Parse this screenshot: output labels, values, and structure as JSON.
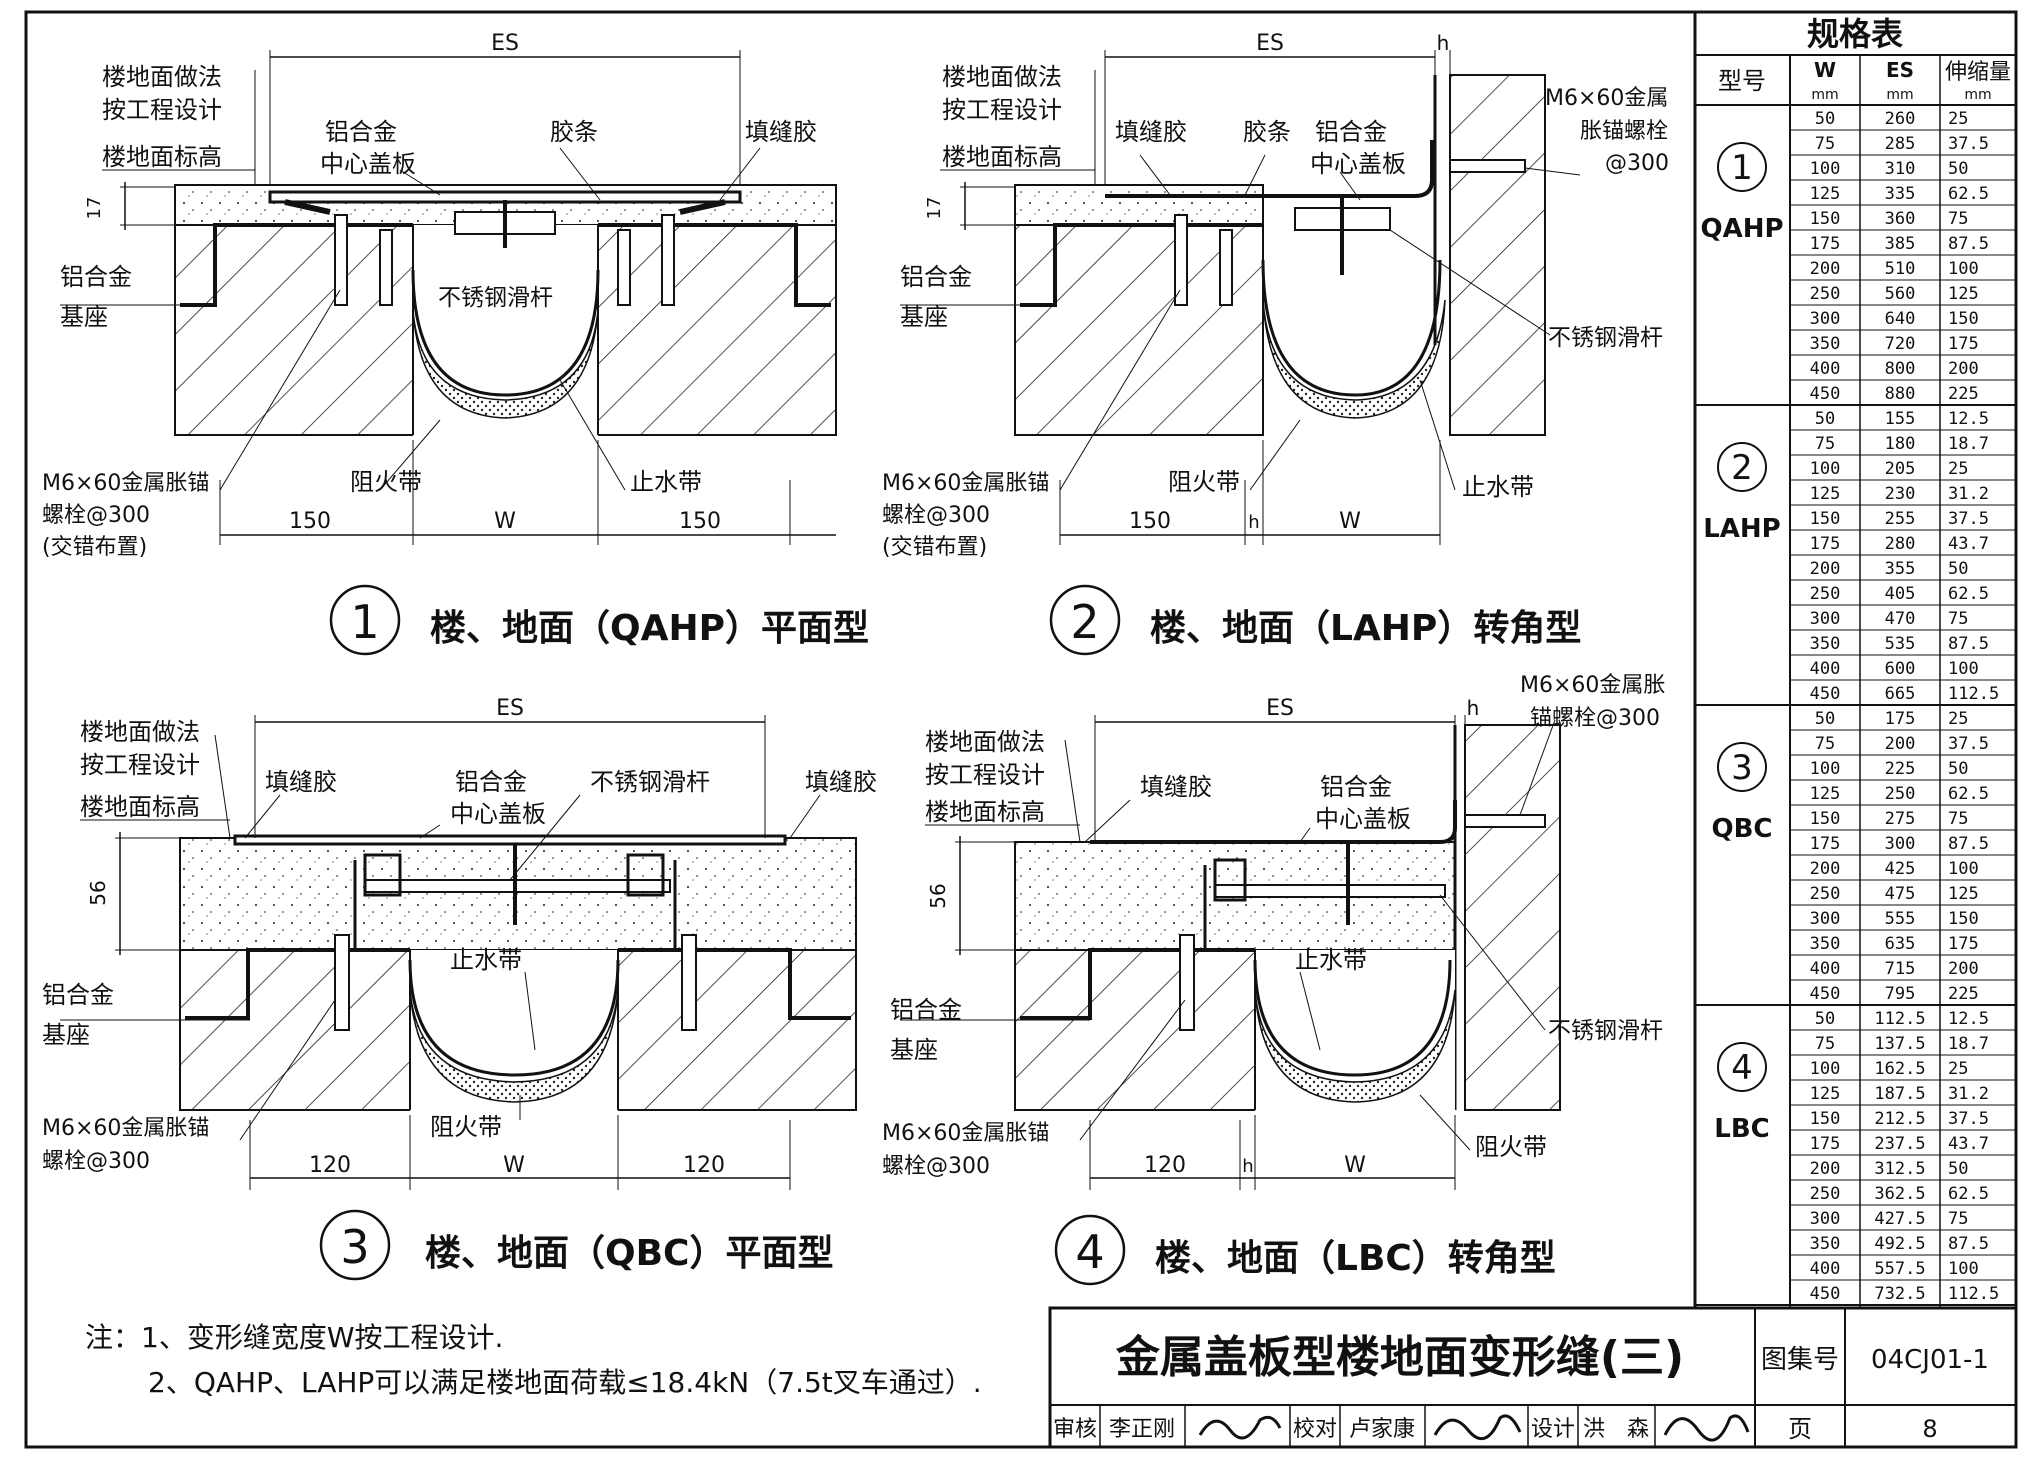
{
  "labels": {
    "d1": {
      "es": "ES",
      "floor_method_1": "楼地面做法",
      "floor_method_2": "按工程设计",
      "floor_level": "楼地面标高",
      "cover_1": "铝合金",
      "cover_2": "中心盖板",
      "strip": "胶条",
      "sealant": "填缝胶",
      "dim_17": "17",
      "base_1": "铝合金",
      "base_2": "基座",
      "rod": "不锈钢滑杆",
      "anchor_1": "M6×60金属胀锚",
      "anchor_2": "螺栓@300",
      "anchor_3": "(交错布置)",
      "fire": "阻火带",
      "water": "止水带",
      "dim_left": "150",
      "dim_w": "W",
      "dim_right": "150",
      "caption_num": "1",
      "caption": "楼、地面（QAHP）平面型"
    },
    "d2": {
      "es": "ES",
      "h": "h",
      "floor_method_1": "楼地面做法",
      "floor_method_2": "按工程设计",
      "floor_level": "楼地面标高",
      "sealant": "填缝胶",
      "strip": "胶条",
      "cover_1": "铝合金",
      "cover_2": "中心盖板",
      "wall_anchor_1": "M6×60金属",
      "wall_anchor_2": "胀锚螺栓",
      "wall_anchor_3": "@300",
      "dim_17": "17",
      "base_1": "铝合金",
      "base_2": "基座",
      "rod": "不锈钢滑杆",
      "anchor_1": "M6×60金属胀锚",
      "anchor_2": "螺栓@300",
      "anchor_3": "(交错布置)",
      "fire": "阻火带",
      "water": "止水带",
      "dim_left": "150",
      "dim_h": "h",
      "dim_w": "W",
      "caption_num": "2",
      "caption": "楼、地面（LAHP）转角型"
    },
    "d3": {
      "es": "ES",
      "floor_method_1": "楼地面做法",
      "floor_method_2": "按工程设计",
      "floor_level": "楼地面标高",
      "sealant_l": "填缝胶",
      "cover_1": "铝合金",
      "cover_2": "中心盖板",
      "rod": "不锈钢滑杆",
      "sealant_r": "填缝胶",
      "dim_56": "56",
      "water": "止水带",
      "base_1": "铝合金",
      "base_2": "基座",
      "anchor_1": "M6×60金属胀锚",
      "anchor_2": "螺栓@300",
      "fire": "阻火带",
      "dim_left": "120",
      "dim_w": "W",
      "dim_right": "120",
      "caption_num": "3",
      "caption": "楼、地面（QBC）平面型"
    },
    "d4": {
      "es": "ES",
      "h": "h",
      "wall_anchor_1": "M6×60金属胀",
      "wall_anchor_2": "锚螺栓@300",
      "floor_method_1": "楼地面做法",
      "floor_method_2": "按工程设计",
      "floor_level": "楼地面标高",
      "sealant": "填缝胶",
      "cover_1": "铝合金",
      "cover_2": "中心盖板",
      "dim_56": "56",
      "water": "止水带",
      "base_1": "铝合金",
      "base_2": "基座",
      "rod": "不锈钢滑杆",
      "anchor_1": "M6×60金属胀锚",
      "anchor_2": "螺栓@300",
      "fire": "阻火带",
      "dim_left": "120",
      "dim_h": "h",
      "dim_w": "W",
      "caption_num": "4",
      "caption": "楼、地面（LBC）转角型"
    }
  },
  "notes": {
    "n1": "注：1、变形缝宽度W按工程设计.",
    "n2": "2、QAHP、LAHP可以满足楼地面荷载≤18.4kN（7.5t叉车通过）."
  },
  "title_block": {
    "title": "金属盖板型楼地面变形缝(三)",
    "atlas_label": "图集号",
    "atlas_no": "04CJ01-1",
    "page_label": "页",
    "page_no": "8",
    "review_label": "审核",
    "review_name": "李正刚",
    "check_label": "校对",
    "check_name": "卢家康",
    "design_label": "设计",
    "design_name": "洪　森"
  },
  "spec_table": {
    "title": "规格表",
    "headers": {
      "model": "型号",
      "w": "W",
      "w_unit": "mm",
      "es": "ES",
      "es_unit": "mm",
      "stretch": "伸缩量",
      "stretch_unit": "mm"
    },
    "groups": [
      {
        "num": "1",
        "code": "QAHP",
        "rows": [
          [
            "50",
            "260",
            "25"
          ],
          [
            "75",
            "285",
            "37.5"
          ],
          [
            "100",
            "310",
            "50"
          ],
          [
            "125",
            "335",
            "62.5"
          ],
          [
            "150",
            "360",
            "75"
          ],
          [
            "175",
            "385",
            "87.5"
          ],
          [
            "200",
            "510",
            "100"
          ],
          [
            "250",
            "560",
            "125"
          ],
          [
            "300",
            "640",
            "150"
          ],
          [
            "350",
            "720",
            "175"
          ],
          [
            "400",
            "800",
            "200"
          ],
          [
            "450",
            "880",
            "225"
          ]
        ]
      },
      {
        "num": "2",
        "code": "LAHP",
        "rows": [
          [
            "50",
            "155",
            "12.5"
          ],
          [
            "75",
            "180",
            "18.7"
          ],
          [
            "100",
            "205",
            "25"
          ],
          [
            "125",
            "230",
            "31.2"
          ],
          [
            "150",
            "255",
            "37.5"
          ],
          [
            "175",
            "280",
            "43.7"
          ],
          [
            "200",
            "355",
            "50"
          ],
          [
            "250",
            "405",
            "62.5"
          ],
          [
            "300",
            "470",
            "75"
          ],
          [
            "350",
            "535",
            "87.5"
          ],
          [
            "400",
            "600",
            "100"
          ],
          [
            "450",
            "665",
            "112.5"
          ]
        ]
      },
      {
        "num": "3",
        "code": "QBC",
        "rows": [
          [
            "50",
            "175",
            "25"
          ],
          [
            "75",
            "200",
            "37.5"
          ],
          [
            "100",
            "225",
            "50"
          ],
          [
            "125",
            "250",
            "62.5"
          ],
          [
            "150",
            "275",
            "75"
          ],
          [
            "175",
            "300",
            "87.5"
          ],
          [
            "200",
            "425",
            "100"
          ],
          [
            "250",
            "475",
            "125"
          ],
          [
            "300",
            "555",
            "150"
          ],
          [
            "350",
            "635",
            "175"
          ],
          [
            "400",
            "715",
            "200"
          ],
          [
            "450",
            "795",
            "225"
          ]
        ]
      },
      {
        "num": "4",
        "code": "LBC",
        "rows": [
          [
            "50",
            "112.5",
            "12.5"
          ],
          [
            "75",
            "137.5",
            "18.7"
          ],
          [
            "100",
            "162.5",
            "25"
          ],
          [
            "125",
            "187.5",
            "31.2"
          ],
          [
            "150",
            "212.5",
            "37.5"
          ],
          [
            "175",
            "237.5",
            "43.7"
          ],
          [
            "200",
            "312.5",
            "50"
          ],
          [
            "250",
            "362.5",
            "62.5"
          ],
          [
            "300",
            "427.5",
            "75"
          ],
          [
            "350",
            "492.5",
            "87.5"
          ],
          [
            "400",
            "557.5",
            "100"
          ],
          [
            "450",
            "732.5",
            "112.5"
          ]
        ]
      }
    ]
  }
}
